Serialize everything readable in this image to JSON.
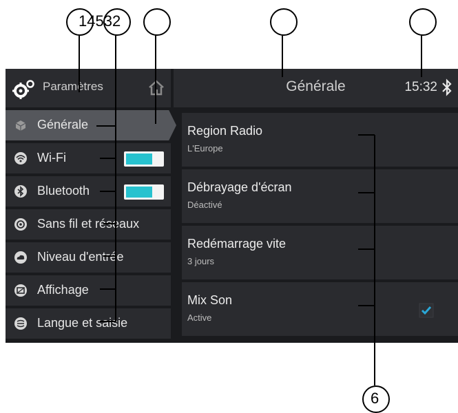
{
  "header": {
    "title": "Paramètres",
    "main_title": "Générale",
    "clock": "15:32"
  },
  "sidebar": {
    "items": [
      {
        "label": "Générale",
        "icon": "cube-icon",
        "active": true
      },
      {
        "label": "Wi-Fi",
        "icon": "wifi-icon",
        "toggle": true
      },
      {
        "label": "Bluetooth",
        "icon": "bluetooth-icon",
        "toggle": true
      },
      {
        "label": "Sans fil et réseaux",
        "icon": "network-icon"
      },
      {
        "label": "Niveau d'entrée",
        "icon": "cloud-icon"
      },
      {
        "label": "Affichage",
        "icon": "display-icon"
      },
      {
        "label": "Langue et saisie",
        "icon": "language-icon"
      }
    ]
  },
  "list": {
    "rows": [
      {
        "title": "Region Radio",
        "subtitle": "L'Europe"
      },
      {
        "title": "Débrayage d'écran",
        "subtitle": "Déactivé"
      },
      {
        "title": "Redémarrage vite",
        "subtitle": "3 jours"
      },
      {
        "title": "Mix Son",
        "subtitle": "Active",
        "checked": true
      }
    ]
  },
  "callouts": {
    "left_group": "14532",
    "bottom": "6"
  },
  "colors": {
    "screen_bg": "#1a1b1e",
    "panel_bg": "#2a2b2f",
    "active_bg": "#55575c",
    "toggle_accent": "#27c2cf",
    "check_accent": "#2aa8d8"
  }
}
